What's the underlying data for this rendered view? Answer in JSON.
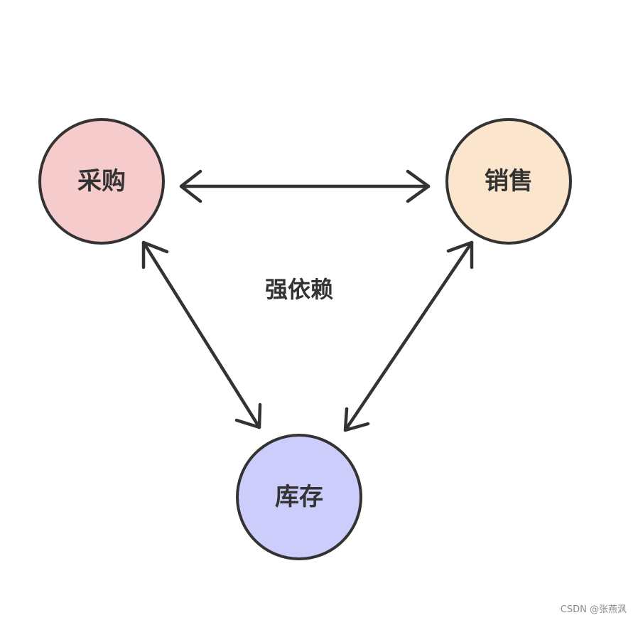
{
  "nodes": {
    "purchase": {
      "label": "采购",
      "fill": "#f6cbcc"
    },
    "sales": {
      "label": "销售",
      "fill": "#fbe5cc"
    },
    "inventory": {
      "label": "库存",
      "fill": "#cdcdfb"
    }
  },
  "relation_label": "强依赖",
  "watermark": "CSDN @张燕沨",
  "colors": {
    "stroke": "#333333",
    "text": "#333333"
  }
}
